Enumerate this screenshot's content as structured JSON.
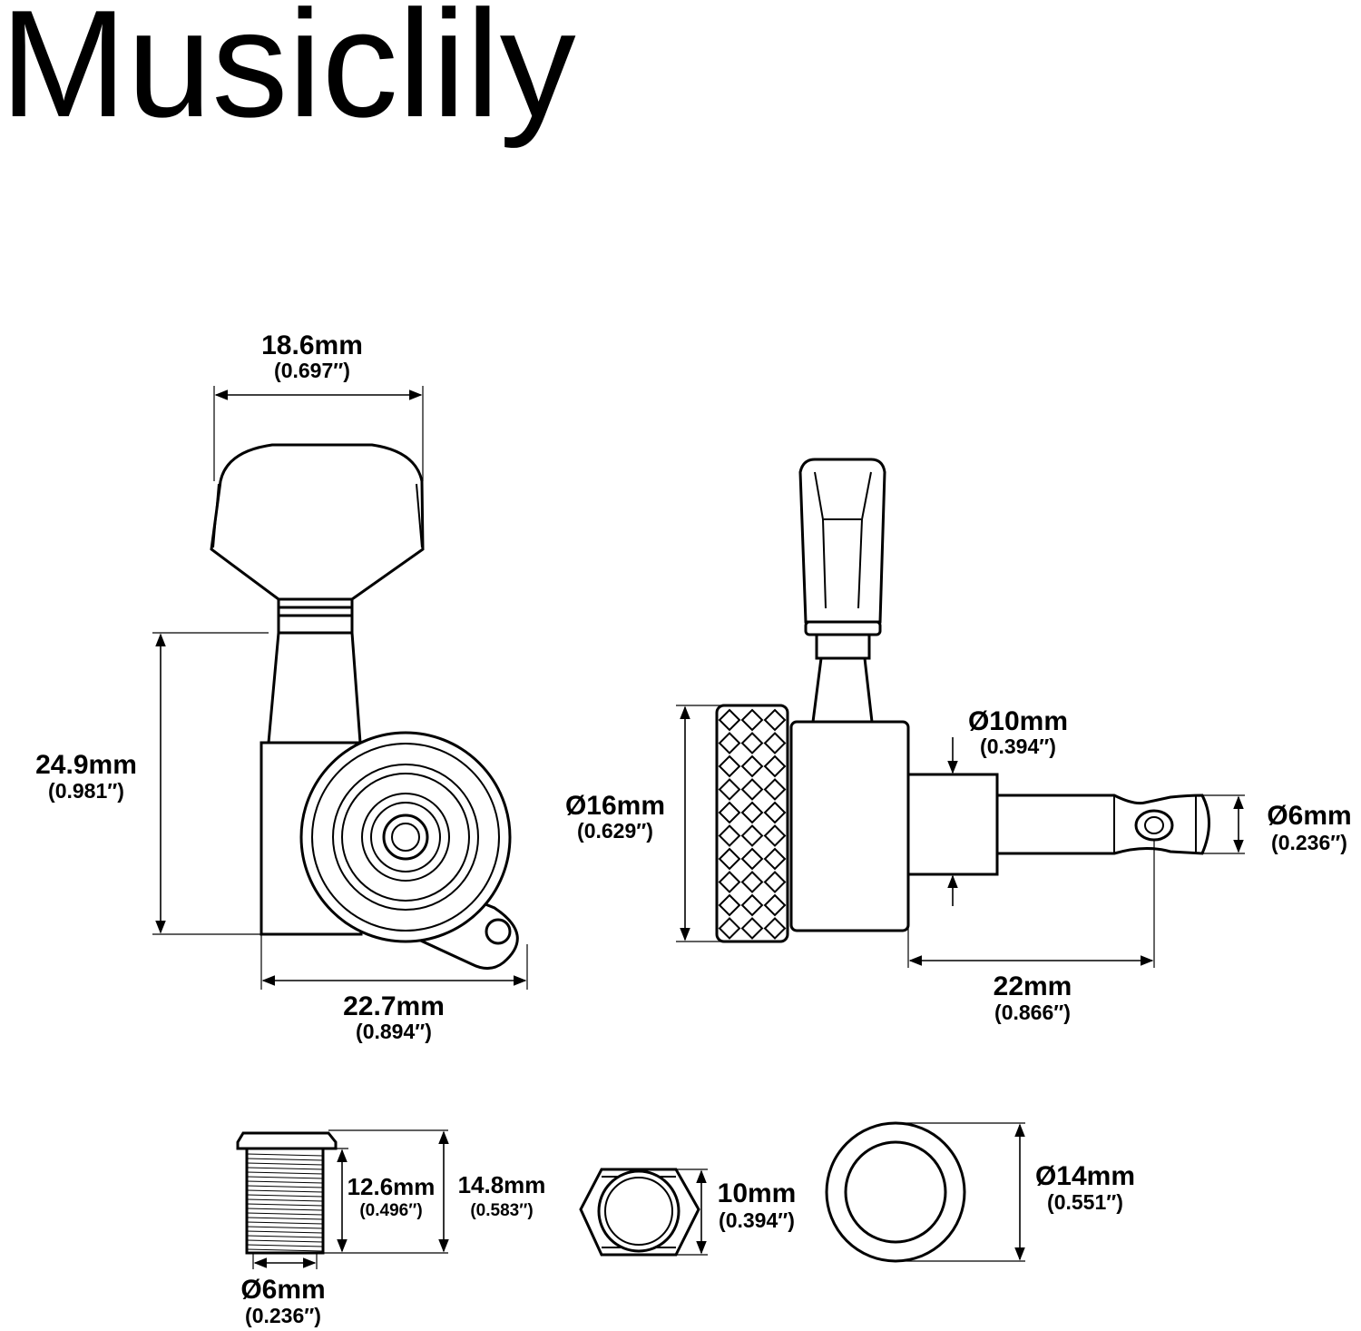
{
  "brand": "Musiclily",
  "colors": {
    "ink": "#000000",
    "background": "#ffffff",
    "washer_fill": "#d9d9d9"
  },
  "dimensions": {
    "button_width": {
      "mm": "18.6mm",
      "in": "(0.697″)"
    },
    "body_height": {
      "mm": "24.9mm",
      "in": "(0.981″)"
    },
    "body_width": {
      "mm": "22.7mm",
      "in": "(0.894″)"
    },
    "knob_diameter": {
      "mm": "Ø16mm",
      "in": "(0.629″)"
    },
    "post_base_diameter": {
      "mm": "Ø10mm",
      "in": "(0.394″)"
    },
    "post_diameter": {
      "mm": "Ø6mm",
      "in": "(0.236″)"
    },
    "post_length": {
      "mm": "22mm",
      "in": "(0.866″)"
    },
    "bushing_thread_height": {
      "mm": "12.6mm",
      "in": "(0.496″)"
    },
    "bushing_total_height": {
      "mm": "14.8mm",
      "in": "(0.583″)"
    },
    "bushing_diameter": {
      "mm": "Ø6mm",
      "in": "(0.236″)"
    },
    "nut_size": {
      "mm": "10mm",
      "in": "(0.394″)"
    },
    "washer_diameter": {
      "mm": "Ø14mm",
      "in": "(0.551″)"
    }
  }
}
